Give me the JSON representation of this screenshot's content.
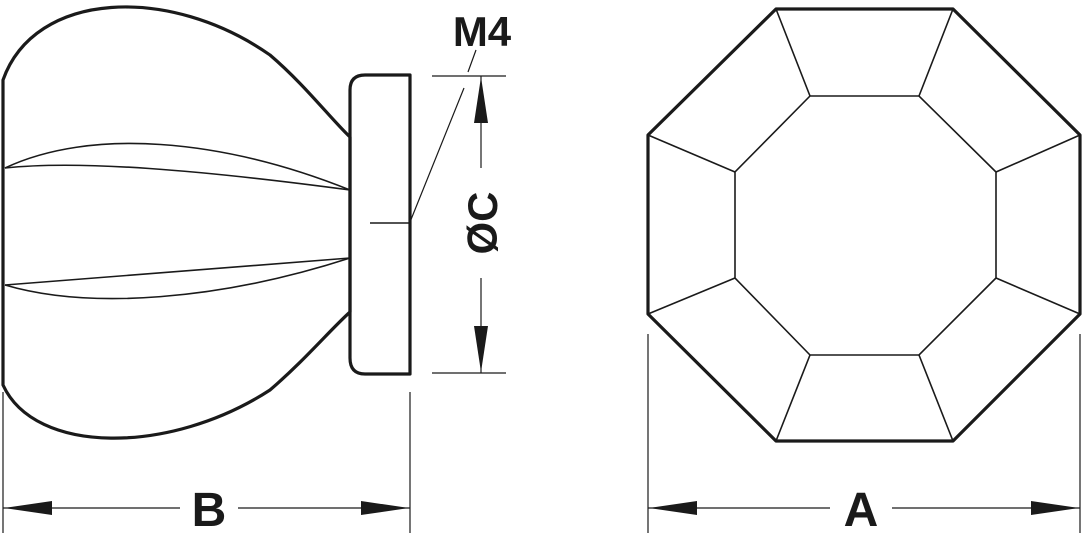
{
  "labels": {
    "thread": "M4",
    "diameter": "ØC",
    "depth": "B",
    "width": "A"
  },
  "colors": {
    "line": "#1a1a1a",
    "background": "#ffffff"
  }
}
